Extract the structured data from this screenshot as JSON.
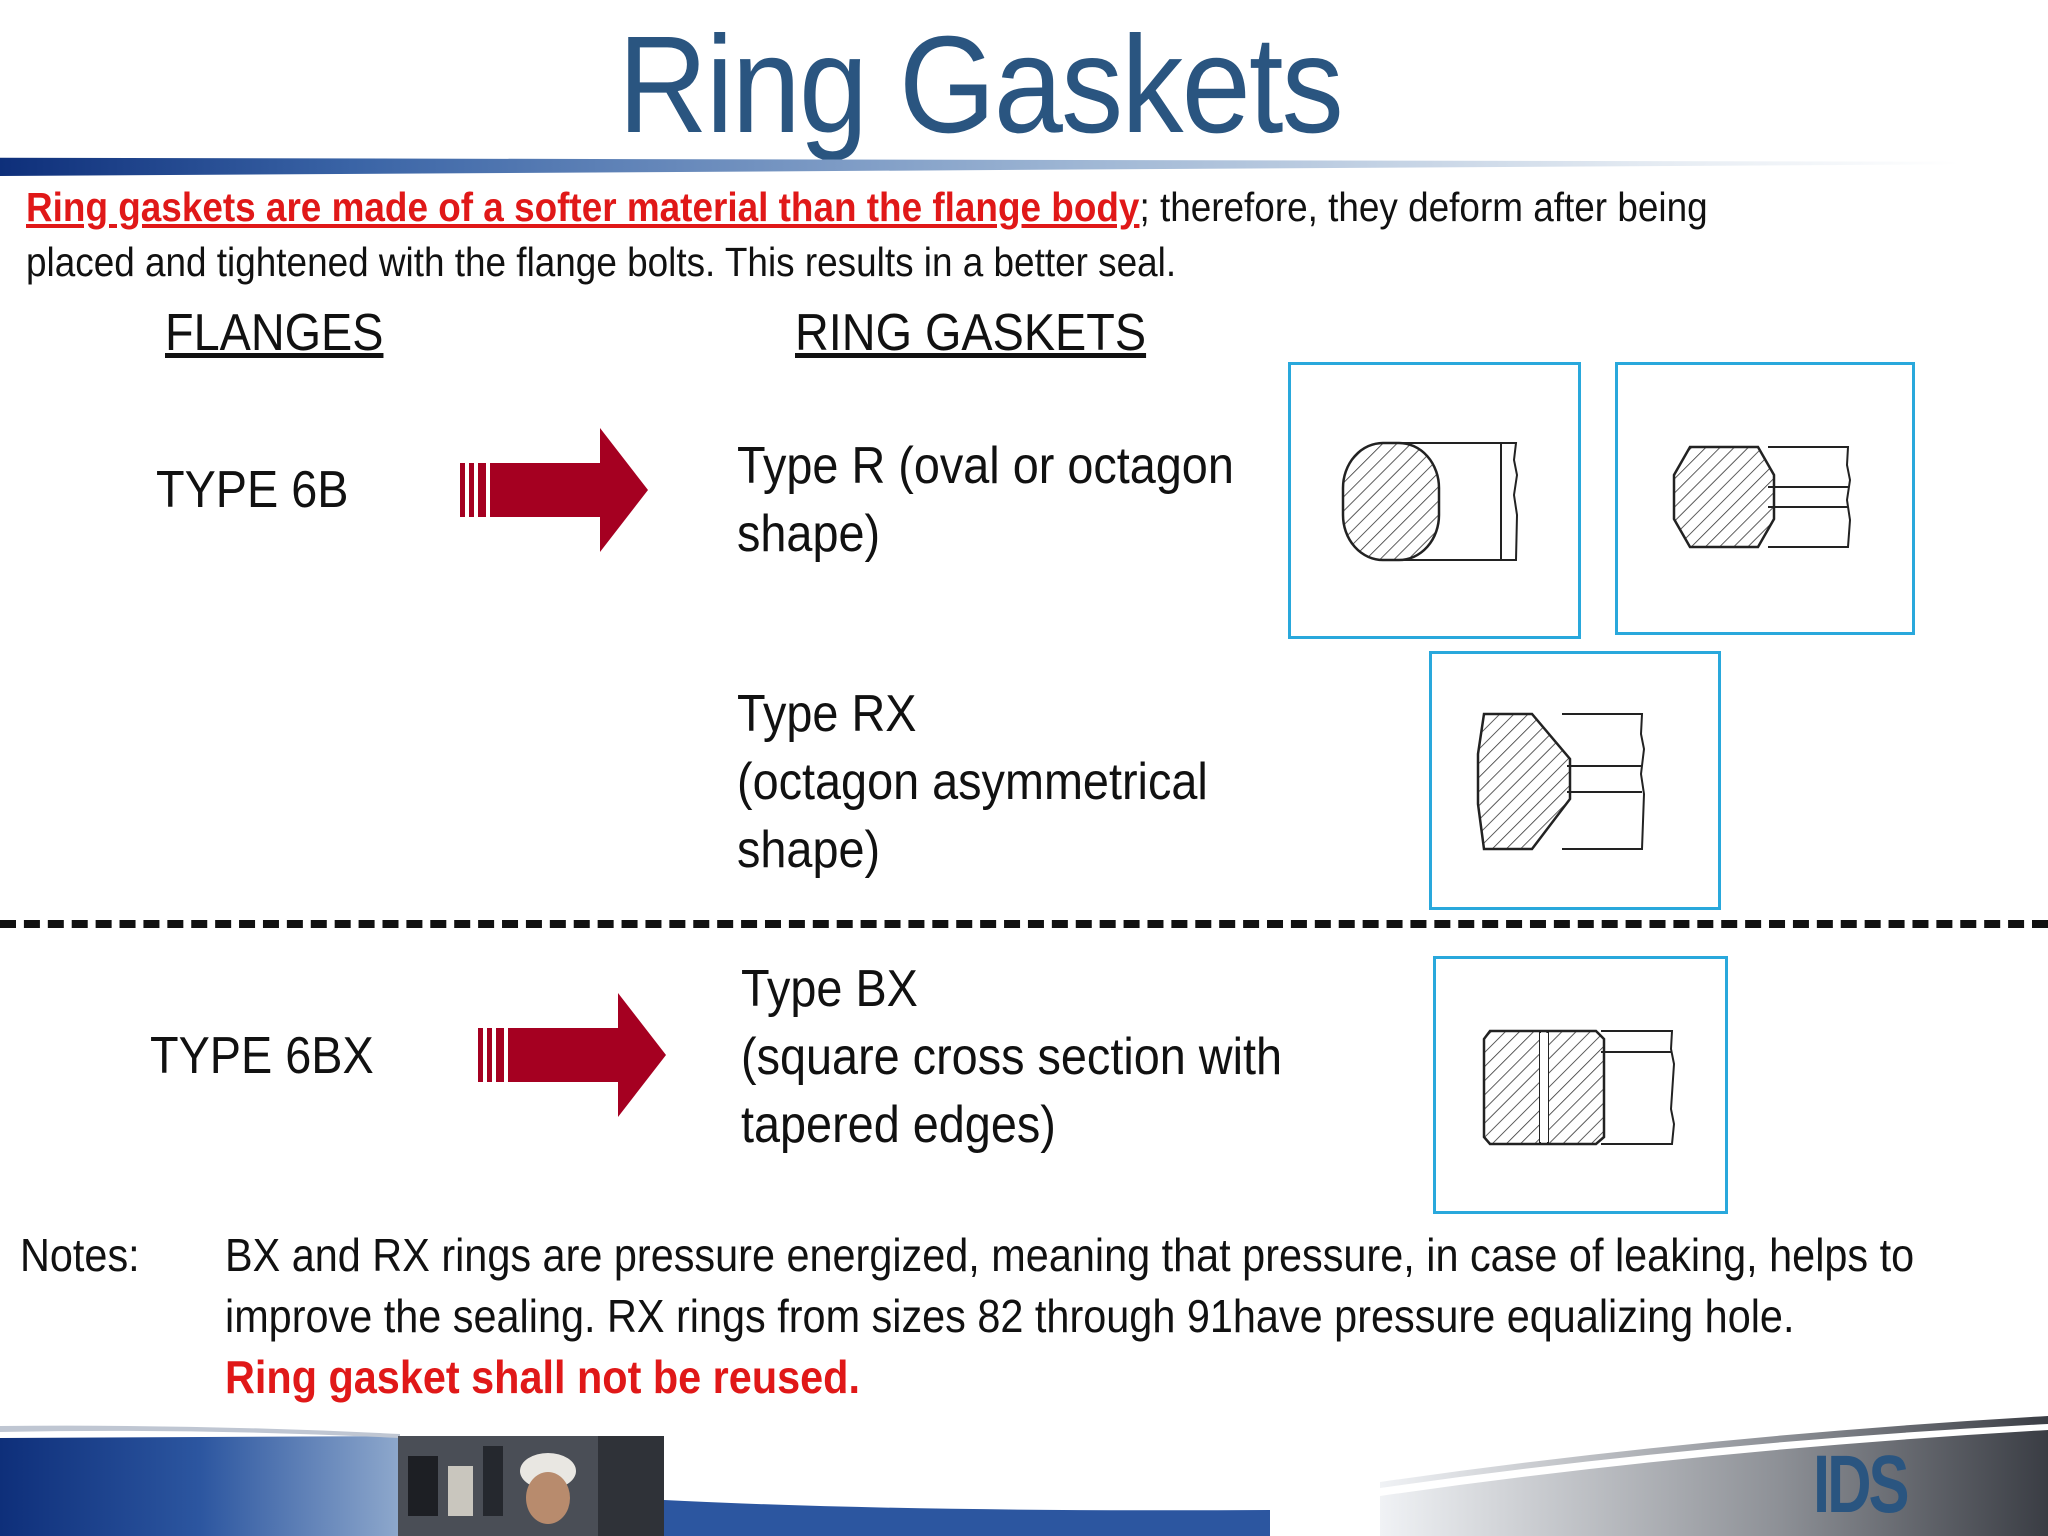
{
  "title": "Ring Gaskets",
  "intro": {
    "emphasis": "Ring gaskets are made of a softer material than the flange body",
    "line1_rest": "; therefore, they deform after being",
    "line2": "placed and tightened with the flange bolts.  This results in a better seal."
  },
  "headings": {
    "flanges": "FLANGES",
    "ring_gaskets": "RING GASKETS"
  },
  "flanges": [
    {
      "type": "TYPE 6B"
    },
    {
      "type": "TYPE 6BX"
    }
  ],
  "gaskets": {
    "r": {
      "line1": "Type R (oval or octagon",
      "line2": "shape)"
    },
    "rx": {
      "line1": "Type RX",
      "line2": "(octagon asymmetrical",
      "line3": "shape)"
    },
    "bx": {
      "line1": "Type BX",
      "line2": "(square cross section with",
      "line3": "tapered edges)"
    }
  },
  "notes": {
    "label": "Notes:",
    "line1": "BX and RX rings are pressure energized, meaning that pressure, in case of leaking, helps to",
    "line2": "improve the sealing. RX rings from sizes 82 through 91have pressure equalizing hole.",
    "warning": "Ring gasket shall not be reused."
  },
  "footer": {
    "logo": "IDS"
  },
  "colors": {
    "title": "#2a5580",
    "emphasis_red": "#e01818",
    "arrow_red": "#a50021",
    "diagram_border": "#29a8dc"
  },
  "icons": {
    "arrow": "right-arrow-icon",
    "diagram": "gasket-cross-section"
  }
}
